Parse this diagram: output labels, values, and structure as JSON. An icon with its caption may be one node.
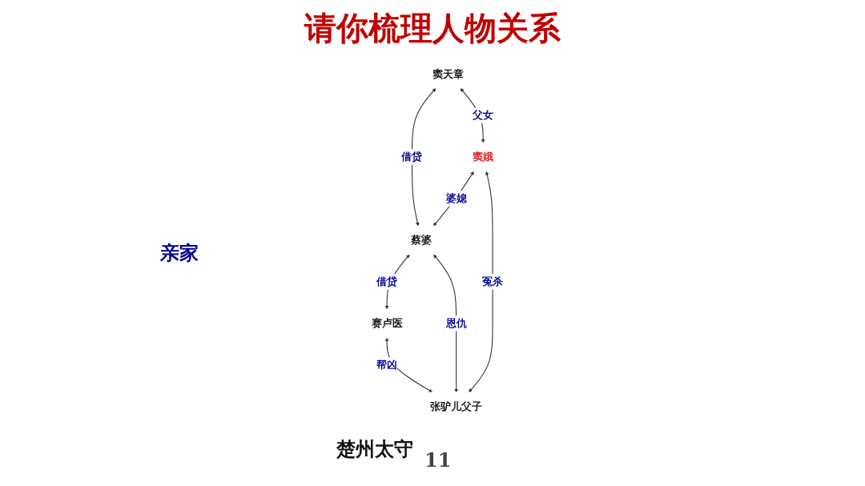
{
  "diagram": {
    "title": "请你梳理人物关系",
    "nodes": [
      {
        "text": [
          "窦天章"
        ]
      },
      {
        "text": [
          "赛卢医"
        ]
      },
      {
        "text": [
          "蔡婆"
        ]
      },
      {
        "text": [
          "窦娥"
        ]
      },
      {
        "text": [
          "张驴儿父子"
        ]
      }
    ],
    "edges": [
      {
        "from": 0,
        "to": 2,
        "arrow": "both",
        "label": "借贷"
      },
      {
        "from": 2,
        "to": 1,
        "arrow": "both",
        "label": "借贷"
      },
      {
        "from": 0,
        "to": 3,
        "arrow": "both",
        "label": "父女"
      },
      {
        "from": 1,
        "to": 4,
        "arrow": "both",
        "label": "帮凶"
      },
      {
        "from": 3,
        "to": 2,
        "arrow": "both",
        "label": "婆媳"
      },
      {
        "from": 2,
        "to": 4,
        "arrow": "both",
        "label": "恩仇"
      },
      {
        "from": 3,
        "to": 4,
        "arrow": "both",
        "label": "冤杀"
      }
    ],
    "labels": [
      "亲家",
      "楚州太守",
      "11"
    ]
  }
}
